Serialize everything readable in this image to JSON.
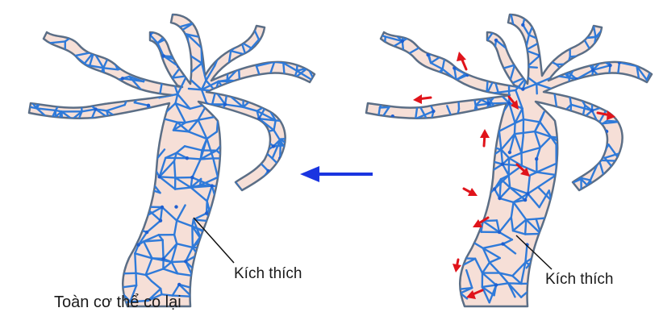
{
  "diagram": {
    "left_panel": {
      "stimulus_label": "Kích thích",
      "caption": "Toàn cơ thể co lại"
    },
    "right_panel": {
      "stimulus_label": "Kích thích"
    },
    "colors": {
      "body_fill": "#f6dfd7",
      "outline": "#5b6e86",
      "nerve_net": "#2f7ad9",
      "direction_arrow": "#1a35e0",
      "impulse_arrows": "#e0141b"
    },
    "direction_arrow_icon": "arrow-left-icon"
  }
}
